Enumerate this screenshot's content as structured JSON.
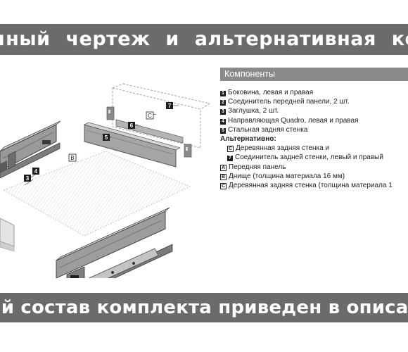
{
  "top_banner": {
    "text": "очный чертеж и альтернативная комплект"
  },
  "bottom_banner": {
    "text": "ый состав комплекта приведен в описании то"
  },
  "components": {
    "title": "Компоненты",
    "items": [
      {
        "marker": "1",
        "style": "filled",
        "text": "Боковина, левая и правая"
      },
      {
        "marker": "2",
        "style": "filled",
        "text": "Соединитель передней панели, 2 шт."
      },
      {
        "marker": "3",
        "style": "filled",
        "text": "Заглушка, 2 шт."
      },
      {
        "marker": "4",
        "style": "filled",
        "text": "Направляющая Quadro, левая и правая"
      },
      {
        "marker": "5",
        "style": "filled",
        "text": "Стальная задняя стенка"
      },
      {
        "marker": "",
        "style": "heading",
        "text": "Альтернативно:"
      },
      {
        "marker": "C",
        "style": "outlined",
        "text": "Деревянная задняя стенка и",
        "indent": true
      },
      {
        "marker": "7",
        "style": "filled",
        "text": "Соединитель задней стенки, левый и правый",
        "indent": true
      },
      {
        "marker": "A",
        "style": "outlined",
        "text": "Передняя панель"
      },
      {
        "marker": "B",
        "style": "outlined",
        "text": "Днище (толщина материала 16 мм)"
      },
      {
        "marker": "C",
        "style": "outlined",
        "text": "Деревянная задняя стенка (толщина материала 1"
      }
    ]
  },
  "diagram": {
    "part_labels": [
      {
        "id": "7",
        "style": "filled"
      },
      {
        "id": "C",
        "style": "outlined"
      },
      {
        "id": "6",
        "style": "filled"
      },
      {
        "id": "5",
        "style": "filled"
      },
      {
        "id": "B",
        "style": "outlined"
      },
      {
        "id": "4",
        "style": "filled"
      },
      {
        "id": "3",
        "style": "filled"
      }
    ]
  }
}
